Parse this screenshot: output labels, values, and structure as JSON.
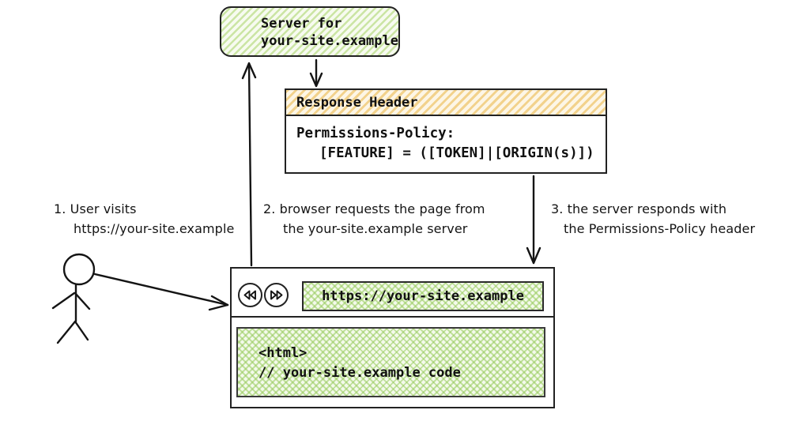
{
  "colors": {
    "ink": "#1a1a1a",
    "green_hatch": "#cbe5a4",
    "green_paper": "#f7fbf0",
    "orange_hatch": "#f2d28c",
    "orange_paper": "#fdf6e6",
    "border": "#222222"
  },
  "server_box": {
    "line1": "Server for",
    "line2": "your-site.example"
  },
  "response_header": {
    "title": "Response Header",
    "line1": "Permissions-Policy:",
    "line2": "[FEATURE] = ([TOKEN]|[ORIGIN(s)])"
  },
  "annotations": {
    "step1": {
      "line1": "1. User visits",
      "line2": "https://your-site.example"
    },
    "step2": {
      "line1": "2. browser requests the page from",
      "line2": "the your-site.example server"
    },
    "step3": {
      "line1": "3. the server responds with",
      "line2": "the Permissions-Policy header"
    }
  },
  "browser": {
    "url": "https://your-site.example",
    "content_line1": "<html>",
    "content_line2": "// your-site.example code"
  }
}
